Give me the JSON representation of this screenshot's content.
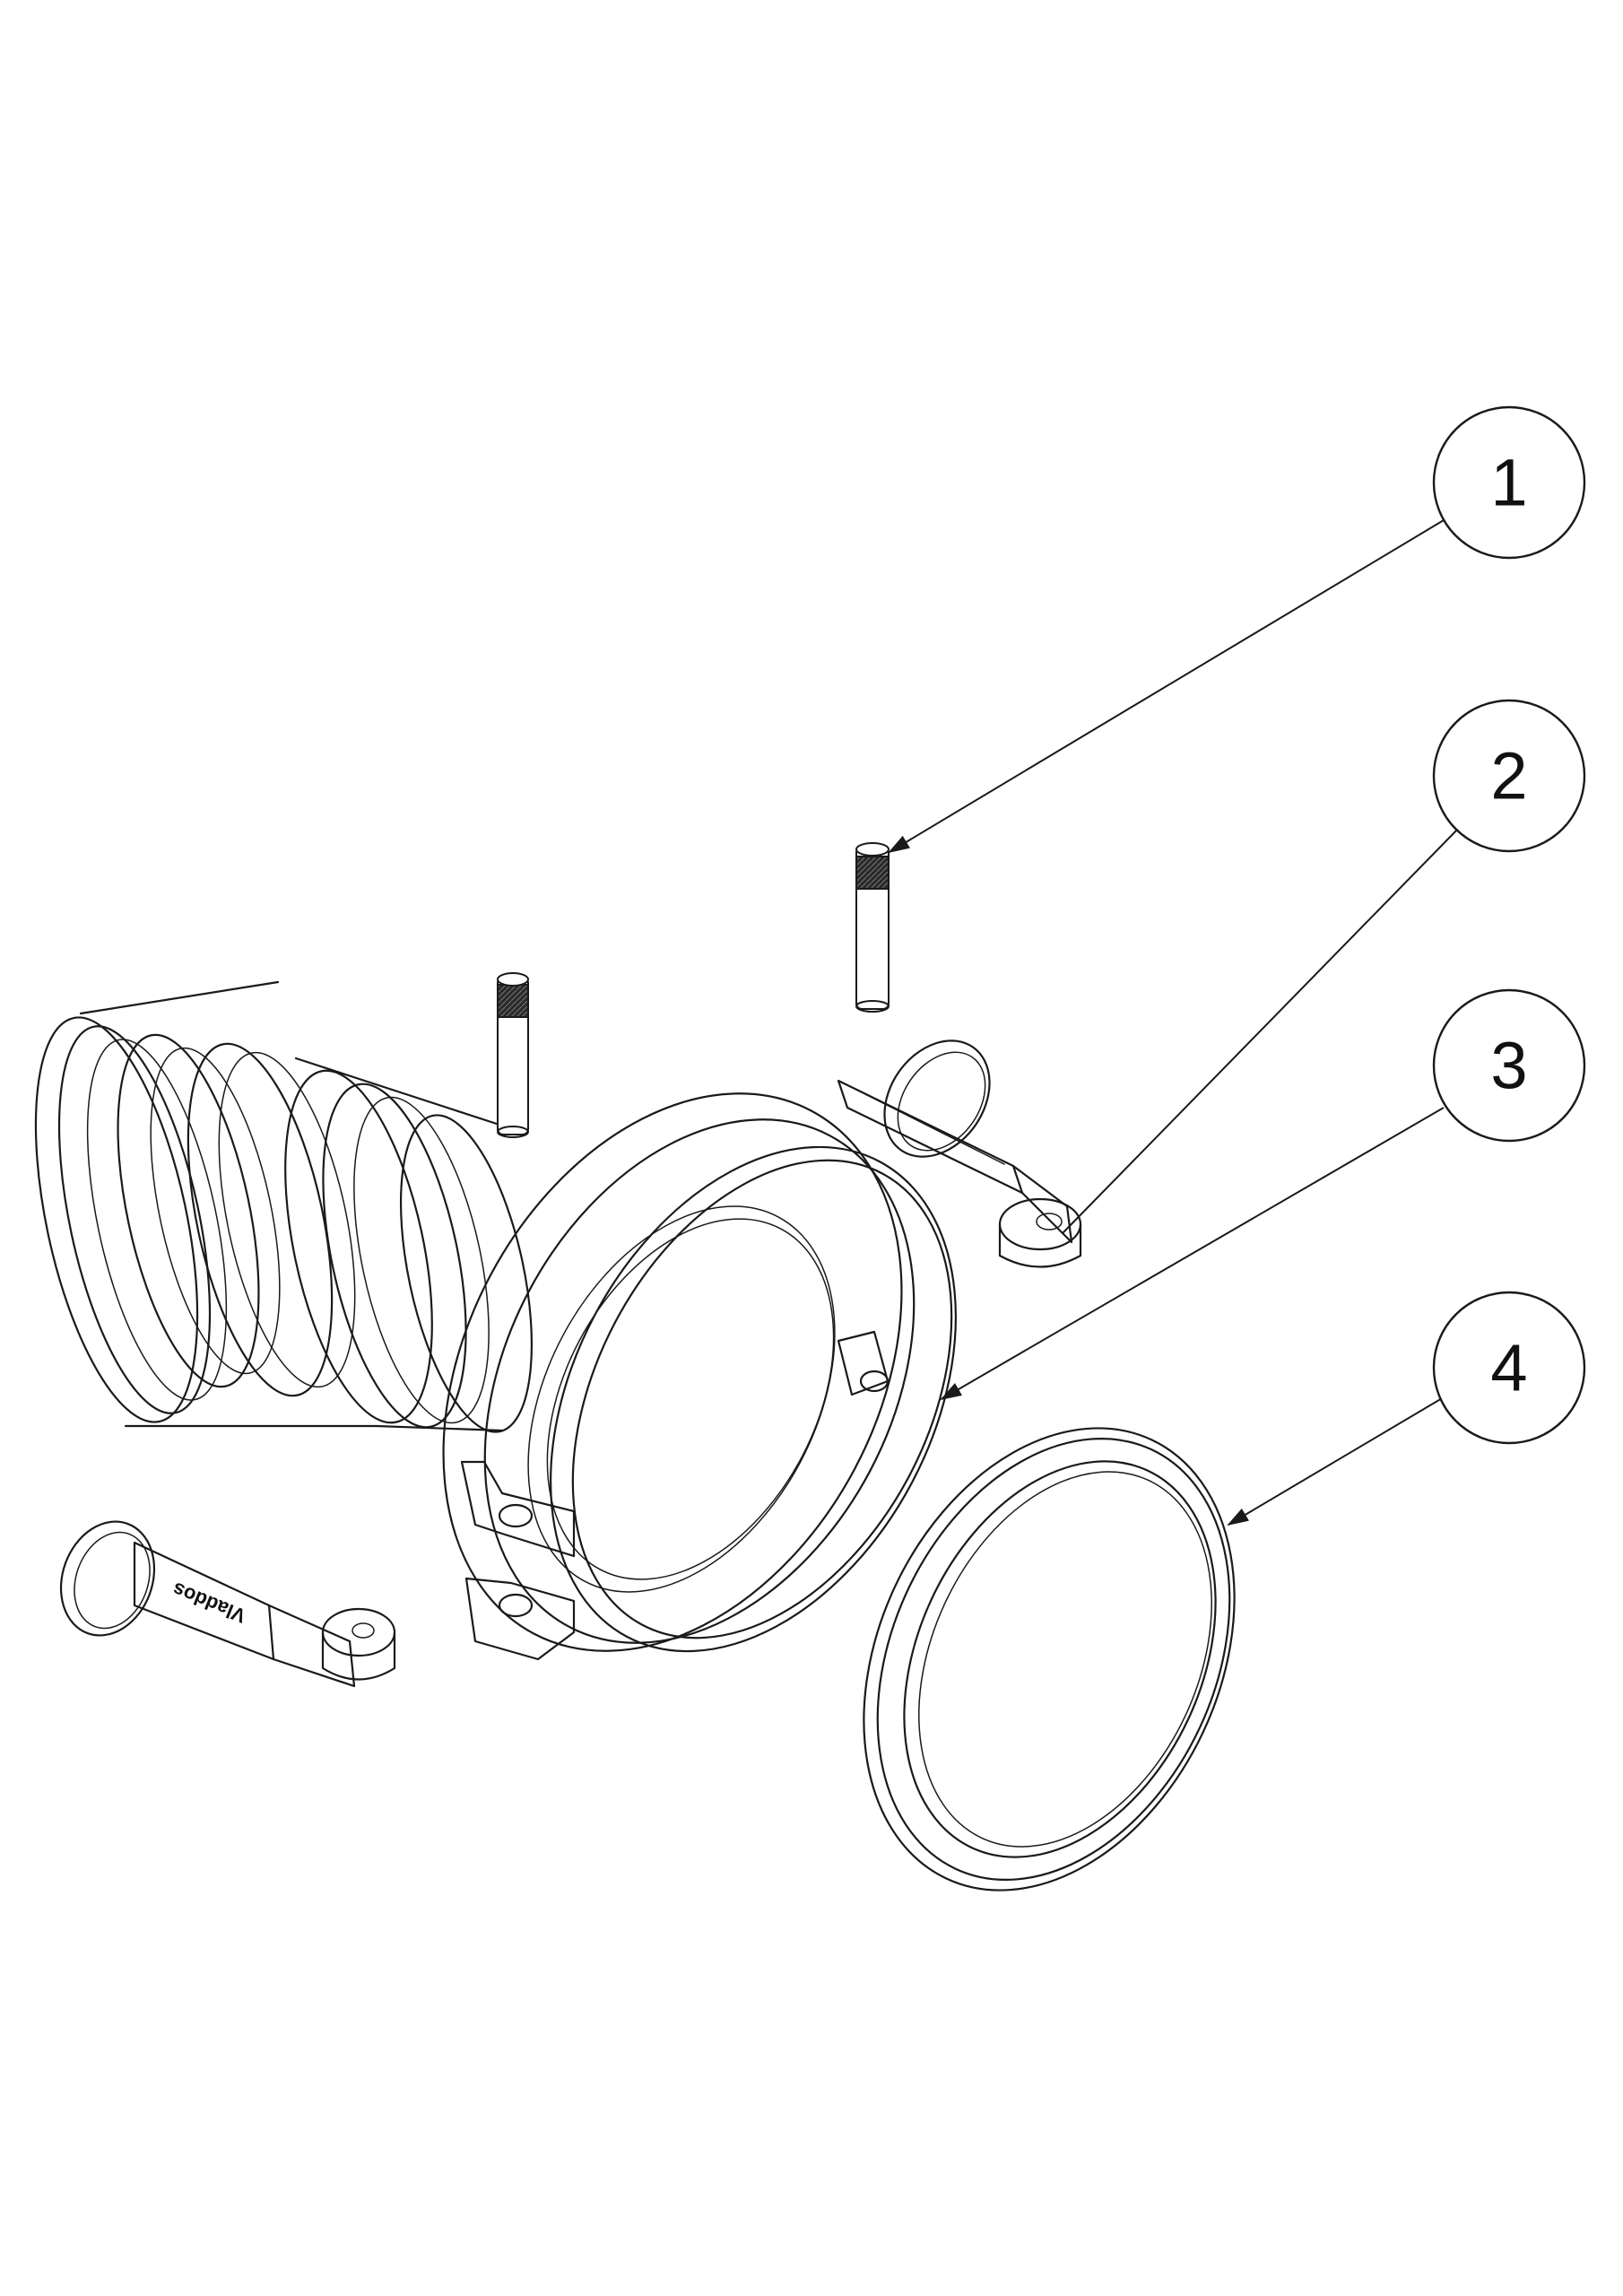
{
  "callouts": [
    {
      "number": "1",
      "part": "pin"
    },
    {
      "number": "2",
      "part": "cam-arm-with-ring"
    },
    {
      "number": "3",
      "part": "coupler-body"
    },
    {
      "number": "4",
      "part": "gasket"
    }
  ],
  "brand_mark": "Vladdos",
  "colors": {
    "line": "#1a1a1a",
    "background": "#ffffff",
    "pin_knurl": "#222222"
  }
}
